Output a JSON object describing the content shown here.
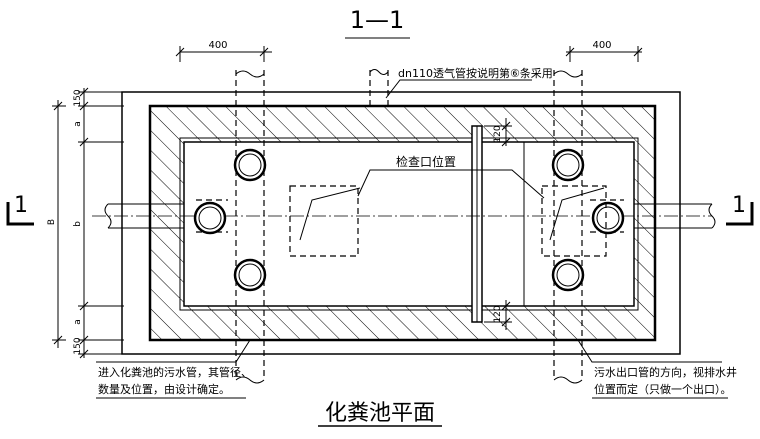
{
  "section_label": "1—1",
  "title": "化粪池平面",
  "dims": {
    "d400_left": "400",
    "d400_right": "400",
    "d150_top": "150",
    "a_top": "a",
    "b_mid": "b",
    "a_bot": "a",
    "d150_bot": "150",
    "B_total": "B",
    "d120_top": "120",
    "d120_bot": "120"
  },
  "notes": {
    "vent_pipe": "dn110透气管按说明第⑥条采用",
    "inspection": "检查口位置",
    "inlet_line1": "进入化粪池的污水管，其管径、",
    "inlet_line2": "数量及位置，由设计确定。",
    "outlet_line1": "污水出口管的方向，视排水井",
    "outlet_line2": "位置而定（只做一个出口）。"
  },
  "cut_marks": {
    "left": "1",
    "right": "1"
  }
}
